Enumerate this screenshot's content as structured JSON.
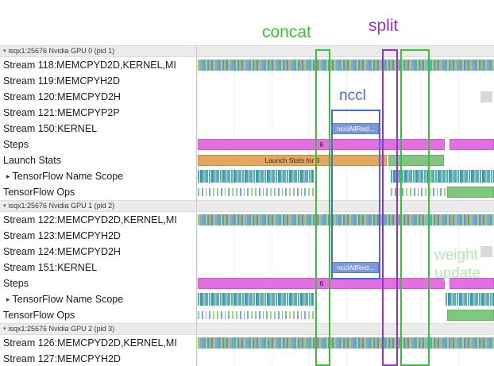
{
  "annotations": {
    "concat": {
      "text": "concat",
      "color": "#35c435"
    },
    "split": {
      "text": "split",
      "color": "#9632d2"
    },
    "nccl": {
      "text": "nccl",
      "color": "#4a6bd4"
    },
    "weight_update": {
      "text": "weight update",
      "color": "#b9e4b4"
    }
  },
  "sections": [
    {
      "arrow": "▾",
      "header": "isqx1:25676 Nvidia GPU 0 (pid 1)",
      "rows": [
        {
          "label": "Stream 118:MEMCPYD2D,KERNEL,MI",
          "segments": [
            {
              "type": "texA",
              "start": 0.3,
              "end": 100
            }
          ]
        },
        {
          "label": "Stream 119:MEMCPYH2D",
          "segments": []
        },
        {
          "label": "Stream 120:MEMCPYD2H",
          "segments": [
            {
              "type": "solid",
              "start": 95.5,
              "end": 99.6,
              "color": "#d9d9d9"
            }
          ]
        },
        {
          "label": "Stream 121:MEMCPYP2P",
          "segments": []
        },
        {
          "label": "Stream 150:KERNEL",
          "segments": [
            {
              "type": "solid",
              "start": 45.5,
              "end": 61.3,
              "color": "#7d99da",
              "border": "#5f7cc4",
              "text": "ncclAllRed...",
              "text_color": "#ffffff"
            }
          ]
        },
        {
          "label": "Steps",
          "segments": [
            {
              "type": "solid",
              "start": 0.4,
              "end": 83.4,
              "color": "#e36fe3",
              "border": "#c95fc9",
              "text": "6",
              "text_color": "#1a1a1a"
            },
            {
              "type": "solid",
              "start": 85,
              "end": 100,
              "color": "#e36fe3",
              "border": "#c95fc9"
            }
          ]
        },
        {
          "label": "Launch Stats",
          "segments": [
            {
              "type": "solid",
              "start": 0.4,
              "end": 63.8,
              "color": "#e2a75c",
              "border": "#c98f46",
              "text": "Launch Stats for 6",
              "text_color": "#303030"
            },
            {
              "type": "solid",
              "start": 64.5,
              "end": 83.2,
              "color": "#82c482",
              "border": "#6bb06b"
            }
          ]
        },
        {
          "label": "TensorFlow Name Scope",
          "arrow": "▸",
          "segments": [
            {
              "type": "texB",
              "start": 0.4,
              "end": 39.3
            },
            {
              "type": "texB",
              "start": 65.3,
              "end": 100
            }
          ]
        },
        {
          "label": "TensorFlow Ops",
          "segments": [
            {
              "type": "texC",
              "start": 0.4,
              "end": 39.3
            },
            {
              "type": "texC",
              "start": 65.3,
              "end": 83.8
            },
            {
              "type": "solid",
              "start": 84.2,
              "end": 100,
              "color": "#7ec87e",
              "border": "#66b066"
            }
          ]
        }
      ]
    },
    {
      "arrow": "▾",
      "header": "isqx1:25676 Nvidia GPU 1 (pid 2)",
      "rows": [
        {
          "label": "Stream 122:MEMCPYD2D,KERNEL,MI",
          "segments": [
            {
              "type": "texA",
              "start": 0.3,
              "end": 100
            }
          ]
        },
        {
          "label": "Stream 123:MEMCPYH2D",
          "segments": []
        },
        {
          "label": "Stream 124:MEMCPYD2H",
          "segments": [
            {
              "type": "solid",
              "start": 95.5,
              "end": 99.6,
              "color": "#d9d9d9"
            }
          ]
        },
        {
          "label": "Stream 151:KERNEL",
          "segments": [
            {
              "type": "solid",
              "start": 45.5,
              "end": 61.3,
              "color": "#7d99da",
              "border": "#5f7cc4",
              "text": "ncclAllRed...",
              "text_color": "#ffffff"
            }
          ]
        },
        {
          "label": "Steps",
          "segments": [
            {
              "type": "solid",
              "start": 0.4,
              "end": 83.4,
              "color": "#e36fe3",
              "border": "#c95fc9",
              "text": "6",
              "text_color": "#1a1a1a"
            },
            {
              "type": "solid",
              "start": 85,
              "end": 100,
              "color": "#e36fe3",
              "border": "#c95fc9"
            }
          ]
        },
        {
          "label": "TensorFlow Name Scope",
          "arrow": "▸",
          "segments": [
            {
              "type": "texB",
              "start": 0.4,
              "end": 39.3
            },
            {
              "type": "texB",
              "start": 83.8,
              "end": 100
            }
          ]
        },
        {
          "label": "TensorFlow Ops",
          "segments": [
            {
              "type": "texC",
              "start": 0.4,
              "end": 39.3
            },
            {
              "type": "solid",
              "start": 84.2,
              "end": 100,
              "color": "#7ec87e",
              "border": "#66b066"
            }
          ]
        }
      ]
    },
    {
      "arrow": "▾",
      "header": "isqx1:25676 Nvidia GPU 2 (pid 3)",
      "rows": [
        {
          "label": "Stream 126:MEMCPYD2D,KERNEL,MI",
          "segments": [
            {
              "type": "texA",
              "start": 0.3,
              "end": 100
            }
          ]
        },
        {
          "label": "Stream 127:MEMCPYH2D",
          "segments": []
        }
      ]
    }
  ]
}
